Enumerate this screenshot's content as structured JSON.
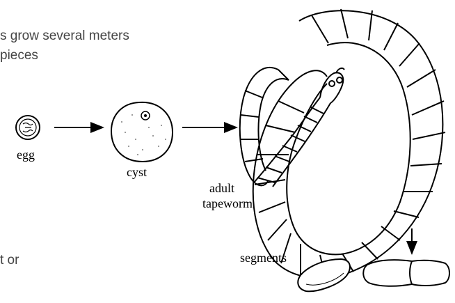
{
  "caption": {
    "line1": "s grow several meters",
    "line2": "pieces",
    "line3": "t or"
  },
  "labels": {
    "egg": "egg",
    "cyst": "cyst",
    "adult_line1": "adult",
    "adult_line2": "tapeworm",
    "segments": "segments"
  }
}
